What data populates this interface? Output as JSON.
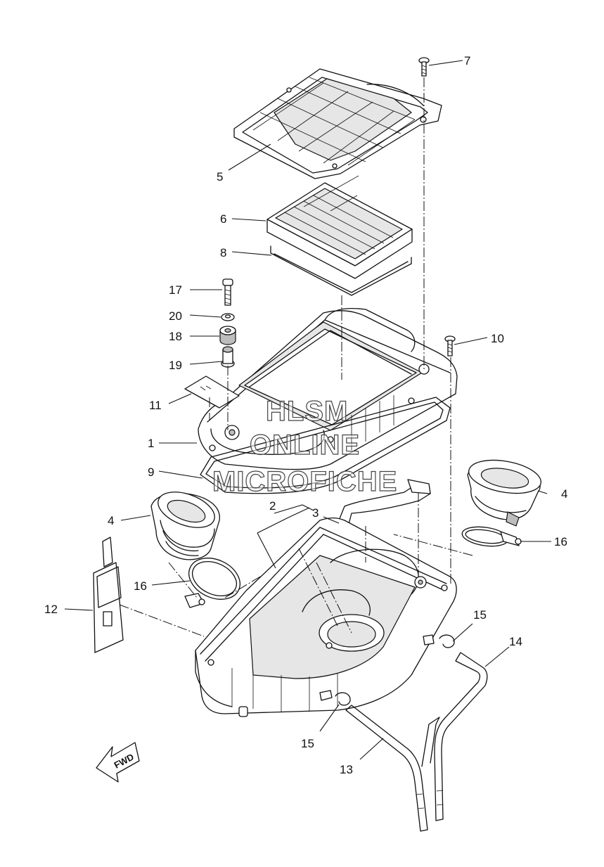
{
  "diagram": {
    "callouts": [
      {
        "id": "c1",
        "label": "1"
      },
      {
        "id": "c2",
        "label": "2"
      },
      {
        "id": "c3",
        "label": "3"
      },
      {
        "id": "c4a",
        "label": "4"
      },
      {
        "id": "c4b",
        "label": "4"
      },
      {
        "id": "c5",
        "label": "5"
      },
      {
        "id": "c6",
        "label": "6"
      },
      {
        "id": "c7",
        "label": "7"
      },
      {
        "id": "c8",
        "label": "8"
      },
      {
        "id": "c9",
        "label": "9"
      },
      {
        "id": "c10",
        "label": "10"
      },
      {
        "id": "c11",
        "label": "11"
      },
      {
        "id": "c12",
        "label": "12"
      },
      {
        "id": "c13",
        "label": "13"
      },
      {
        "id": "c14",
        "label": "14"
      },
      {
        "id": "c15a",
        "label": "15"
      },
      {
        "id": "c15b",
        "label": "15"
      },
      {
        "id": "c16a",
        "label": "16"
      },
      {
        "id": "c16b",
        "label": "16"
      },
      {
        "id": "c17",
        "label": "17"
      },
      {
        "id": "c18",
        "label": "18"
      },
      {
        "id": "c19",
        "label": "19"
      },
      {
        "id": "c20",
        "label": "20"
      }
    ],
    "watermark": [
      "HLSM",
      "ONLINE",
      "MICROFICHE"
    ],
    "direction_arrow": "FWD"
  }
}
